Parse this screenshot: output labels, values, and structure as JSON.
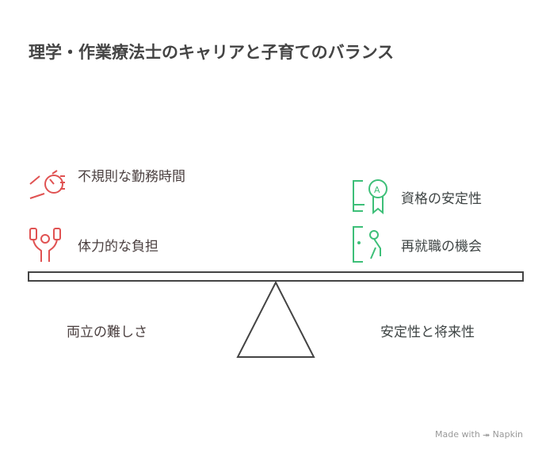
{
  "title": "理学・作業療法士のキャリアと子育てのバランス",
  "left": {
    "caption": "両立の難しさ",
    "items": [
      {
        "label": "不規則な勤務時間",
        "icon": "stopwatch-hand-icon"
      },
      {
        "label": "体力的な負担",
        "icon": "weightlifter-icon"
      }
    ]
  },
  "right": {
    "caption": "安定性と将来性",
    "items": [
      {
        "label": "資格の安定性",
        "icon": "certificate-icon"
      },
      {
        "label": "再就職の機会",
        "icon": "person-door-icon"
      }
    ]
  },
  "colors": {
    "left": "#e05252",
    "right": "#3dbf78"
  },
  "footer": "Made with ⯮ Napkin"
}
